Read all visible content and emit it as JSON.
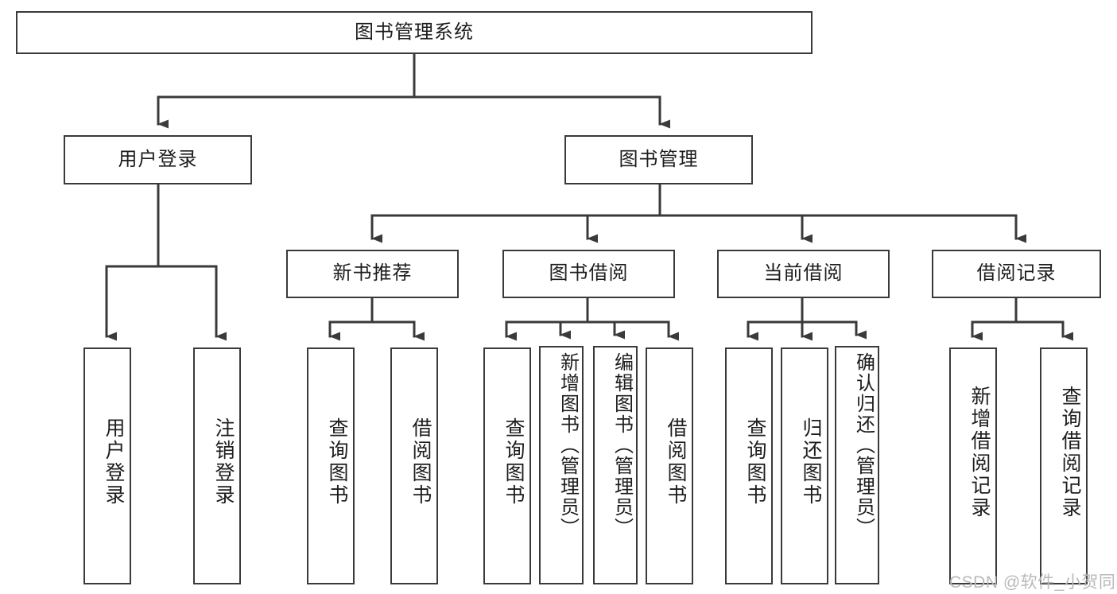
{
  "diagram": {
    "type": "tree",
    "title": "图书管理系统",
    "watermark": "CSDN @软件_小贺同学",
    "colors": {
      "stroke": "#3a3a3a",
      "fill": "#ffffff",
      "text": "#1d1d1d",
      "watermark": "#b9b9b9"
    },
    "root": {
      "label": "图书管理系统"
    },
    "level2": [
      {
        "label": "用户登录"
      },
      {
        "label": "图书管理"
      }
    ],
    "level3": [
      {
        "label": "新书推荐"
      },
      {
        "label": "图书借阅"
      },
      {
        "label": "当前借阅"
      },
      {
        "label": "借阅记录"
      }
    ],
    "leaves": {
      "user_login": [
        {
          "label": "用户登录"
        },
        {
          "label": "注销登录"
        }
      ],
      "new_book_recommend": [
        {
          "label": "查询图书"
        },
        {
          "label": "借阅图书"
        }
      ],
      "book_borrow": [
        {
          "label": "查询图书"
        },
        {
          "label": "新增图书（管理员）"
        },
        {
          "label": "编辑图书（管理员）"
        },
        {
          "label": "借阅图书"
        }
      ],
      "current_borrow": [
        {
          "label": "查询图书"
        },
        {
          "label": "归还图书"
        },
        {
          "label": "确认归还（管理员）"
        }
      ],
      "borrow_record": [
        {
          "label": "新增借阅记录"
        },
        {
          "label": "查询借阅记录"
        }
      ]
    }
  }
}
